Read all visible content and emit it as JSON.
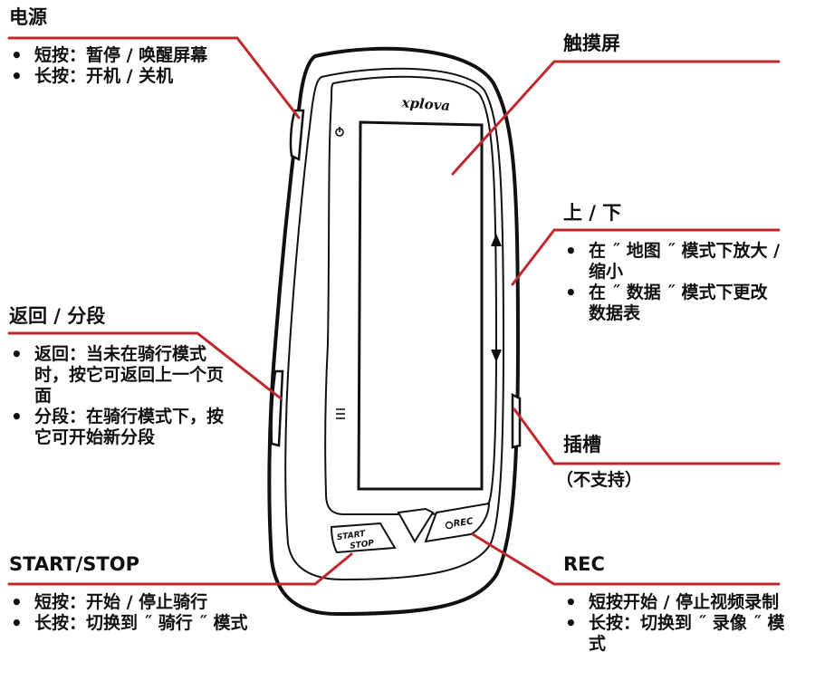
{
  "power": {
    "title": "电源",
    "items": [
      "短按：暂停 / 唤醒屏幕",
      "长按：开机 / 关机"
    ]
  },
  "touchscreen": {
    "title": "触摸屏"
  },
  "updown": {
    "title": "上 / 下",
    "items": [
      "在 ˝ 地图 ˝ 模式下放大 / 缩小",
      "在 ˝ 数据 ˝ 模式下更改数据表"
    ]
  },
  "back_lap": {
    "title": "返回 / 分段",
    "items": [
      "返回：当未在骑行模式时，按它可返回上一个页面",
      "分段：在骑行模式下，按它可开始新分段"
    ]
  },
  "slot": {
    "title": "插槽",
    "note": "（不支持）"
  },
  "start_stop": {
    "title": "START/STOP",
    "items": [
      "短按：开始 / 停止骑行",
      "长按：切换到 ˝ 骑行 ˝ 模式"
    ]
  },
  "rec": {
    "title": "REC",
    "items": [
      "短按开始 / 停止视频录制",
      "长按：切换到 ˝ 录像 ˝ 模式"
    ]
  },
  "device": {
    "brand": "xplova",
    "start_label": "START",
    "stop_label": "STOP",
    "rec_label": "REC",
    "icons": [
      "power-icon",
      "arrow-up-icon",
      "arrow-down-icon",
      "menu-icon"
    ]
  },
  "colors": {
    "leader_line": "#c0282d",
    "outline": "#111111"
  }
}
